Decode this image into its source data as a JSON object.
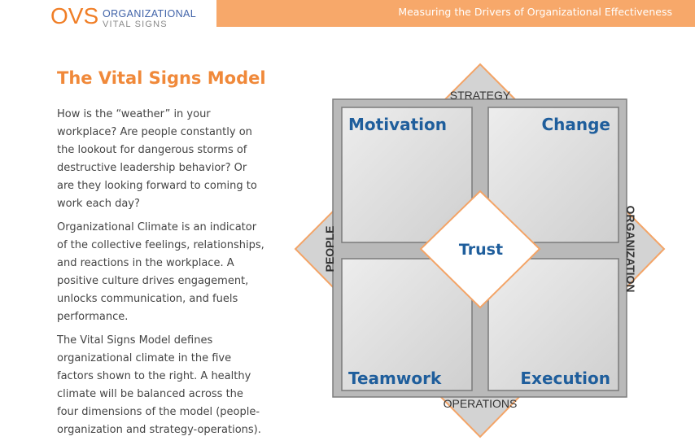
{
  "header": {
    "brand_abbr": "OVS",
    "brand_line1": "ORGANIZATIONAL",
    "brand_line2": "VITAL SIGNS",
    "tagline": "Measuring the Drivers of Organizational Effectiveness"
  },
  "article": {
    "title": "The Vital Signs Model",
    "paragraphs": [
      [
        "How is the “weather” in your",
        "workplace?  Are people constantly on",
        "the lookout for dangerous storms of",
        "destructive leadership behavior?  Or",
        "are they looking forward to coming to",
        "work each day?"
      ],
      [
        "Organizational Climate is an indicator",
        "of the collective feelings, relationships,",
        "and reactions in the workplace.  A",
        "positive culture drives engagement,",
        "unlocks communication, and fuels",
        "performance."
      ],
      [
        "The Vital Signs Model defines",
        "organizational climate in the five",
        "factors shown to the right.  A healthy",
        "climate will be balanced across the",
        "four dimensions of the model (people-",
        "organization and strategy-operations)."
      ]
    ]
  },
  "model": {
    "quadrants": {
      "top_left": "Motivation",
      "top_right": "Change",
      "bottom_left": "Teamwork",
      "bottom_right": "Execution"
    },
    "center": "Trust",
    "dimensions": {
      "top": "STRATEGY",
      "bottom": "OPERATIONS",
      "left": "PEOPLE",
      "right": "ORGANIZATION"
    },
    "colors": {
      "accent": "#f0893a",
      "diamond_border": "#f3a467",
      "label_blue": "#1f5e9c",
      "tagline_bar": "#f7a86a"
    }
  }
}
